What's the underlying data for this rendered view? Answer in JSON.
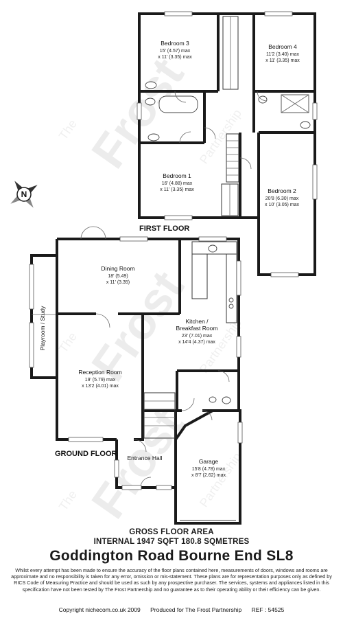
{
  "floors": {
    "first": "FIRST FLOOR",
    "ground": "GROUND FLOOR"
  },
  "rooms": {
    "bedroom3": {
      "name": "Bedroom 3",
      "dim1": "15' (4.57) max",
      "dim2": "x 11' (3.35) max"
    },
    "bedroom4": {
      "name": "Bedroom 4",
      "dim1": "11'2 (3.40) max",
      "dim2": "x 11' (3.35) max"
    },
    "bedroom1": {
      "name": "Bedroom 1",
      "dim1": "16' (4.88) max",
      "dim2": "x 11' (3.35) max"
    },
    "bedroom2": {
      "name": "Bedroom 2",
      "dim1": "20'8 (6.30) max",
      "dim2": "x 10' (3.05) max"
    },
    "dining": {
      "name": "Dining Room",
      "dim1": "18' (5.49)",
      "dim2": "x 11' (3.35)"
    },
    "kitchen": {
      "name": "Kitchen /",
      "name2": "Breakfast Room",
      "dim1": "23' (7.01) max",
      "dim2": "x 14'4 (4.37) max"
    },
    "playroom": {
      "name": "Playroom / Study"
    },
    "reception": {
      "name": "Reception Room",
      "dim1": "19' (5.79) max",
      "dim2": "x 13'2 (4.01) max"
    },
    "hall": {
      "name": "Entrance Hall"
    },
    "garage": {
      "name": "Garage",
      "dim1": "15'8 (4.78) max",
      "dim2": "x 8'7 (2.62) max"
    }
  },
  "compass": {
    "label": "N"
  },
  "watermark": {
    "word1": "The",
    "word2": "Frost",
    "word3": "Partnership"
  },
  "area": {
    "line1": "GROSS FLOOR AREA",
    "line2": "INTERNAL 1947 SQFT 180.8 SQMETRES"
  },
  "address": "Goddington Road  Bourne End  SL8",
  "disclaimer": "Whilst every attempt has been made to ensure the accuracy of the floor plans contained here, measurements of doors, windows and rooms are approximate and no responsibility is taken for any error, omission or mis-statement.  These plans are for representation purposes only as defined by RICS Code of Measuring Practice and should be used as such by any prospective purchaser.  The services, systems and appliances listed in this specification have not been tested by The Frost Partnership and no guarantee as to their operating ability or their efficiency can be given.",
  "footer": {
    "copyright": "Copyright nichecom.co.uk 2009",
    "produced": "Produced for The Frost Partnership",
    "ref": "REF : 54525"
  },
  "colors": {
    "wall": "#1a1a1a",
    "background": "#ffffff"
  }
}
